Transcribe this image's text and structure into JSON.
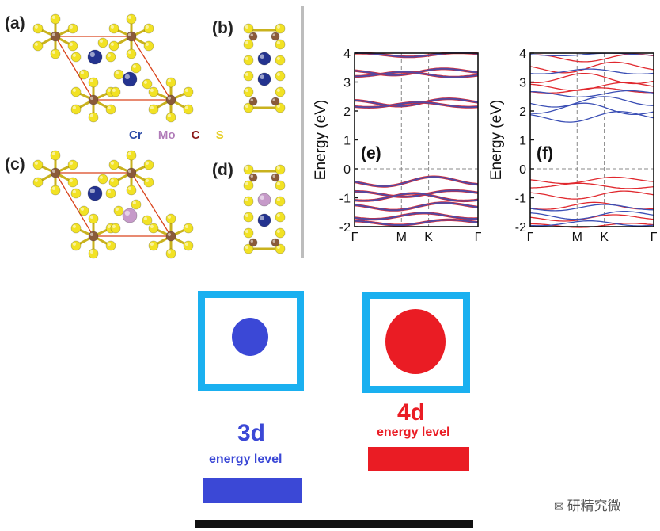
{
  "panels": {
    "a": "(a)",
    "b": "(b)",
    "c": "(c)",
    "d": "(d)",
    "e": "(e)",
    "f": "(f)"
  },
  "legend": [
    {
      "label": "Cr",
      "color": "#2b4aa6"
    },
    {
      "label": "Mo",
      "color": "#b07bb8"
    },
    {
      "label": "C",
      "color": "#8b1a1a"
    },
    {
      "label": "S",
      "color": "#e8d02a"
    }
  ],
  "chart_data": [
    {
      "type": "line",
      "panel": "(e)",
      "ylabel": "Energy (eV)",
      "xticks": [
        "Γ",
        "M",
        "K",
        "Γ"
      ],
      "yticks": [
        "-2",
        "-1",
        "0",
        "1",
        "2",
        "3",
        "4"
      ],
      "ylim": [
        -2,
        4
      ],
      "colors": {
        "spin_up": "#3b4fb5",
        "spin_down": "#e0282e"
      },
      "degenerate": true
    },
    {
      "type": "line",
      "panel": "(f)",
      "ylabel": "Energy (eV)",
      "xticks": [
        "Γ",
        "M",
        "K",
        "Γ"
      ],
      "yticks": [
        "-2",
        "-1",
        "0",
        "1",
        "2",
        "3",
        "4"
      ],
      "ylim": [
        -2,
        4
      ],
      "colors": {
        "spin_up": "#3b4fb5",
        "spin_down": "#e0282e"
      },
      "degenerate": false
    }
  ],
  "levels": {
    "d3": {
      "number": "3d",
      "sub": "energy level",
      "color": "#3b48d6"
    },
    "d4": {
      "number": "4d",
      "sub": "energy level",
      "color": "#ea1c24"
    }
  },
  "frame_color": "#1ab0f0",
  "watermark": "研精究微"
}
